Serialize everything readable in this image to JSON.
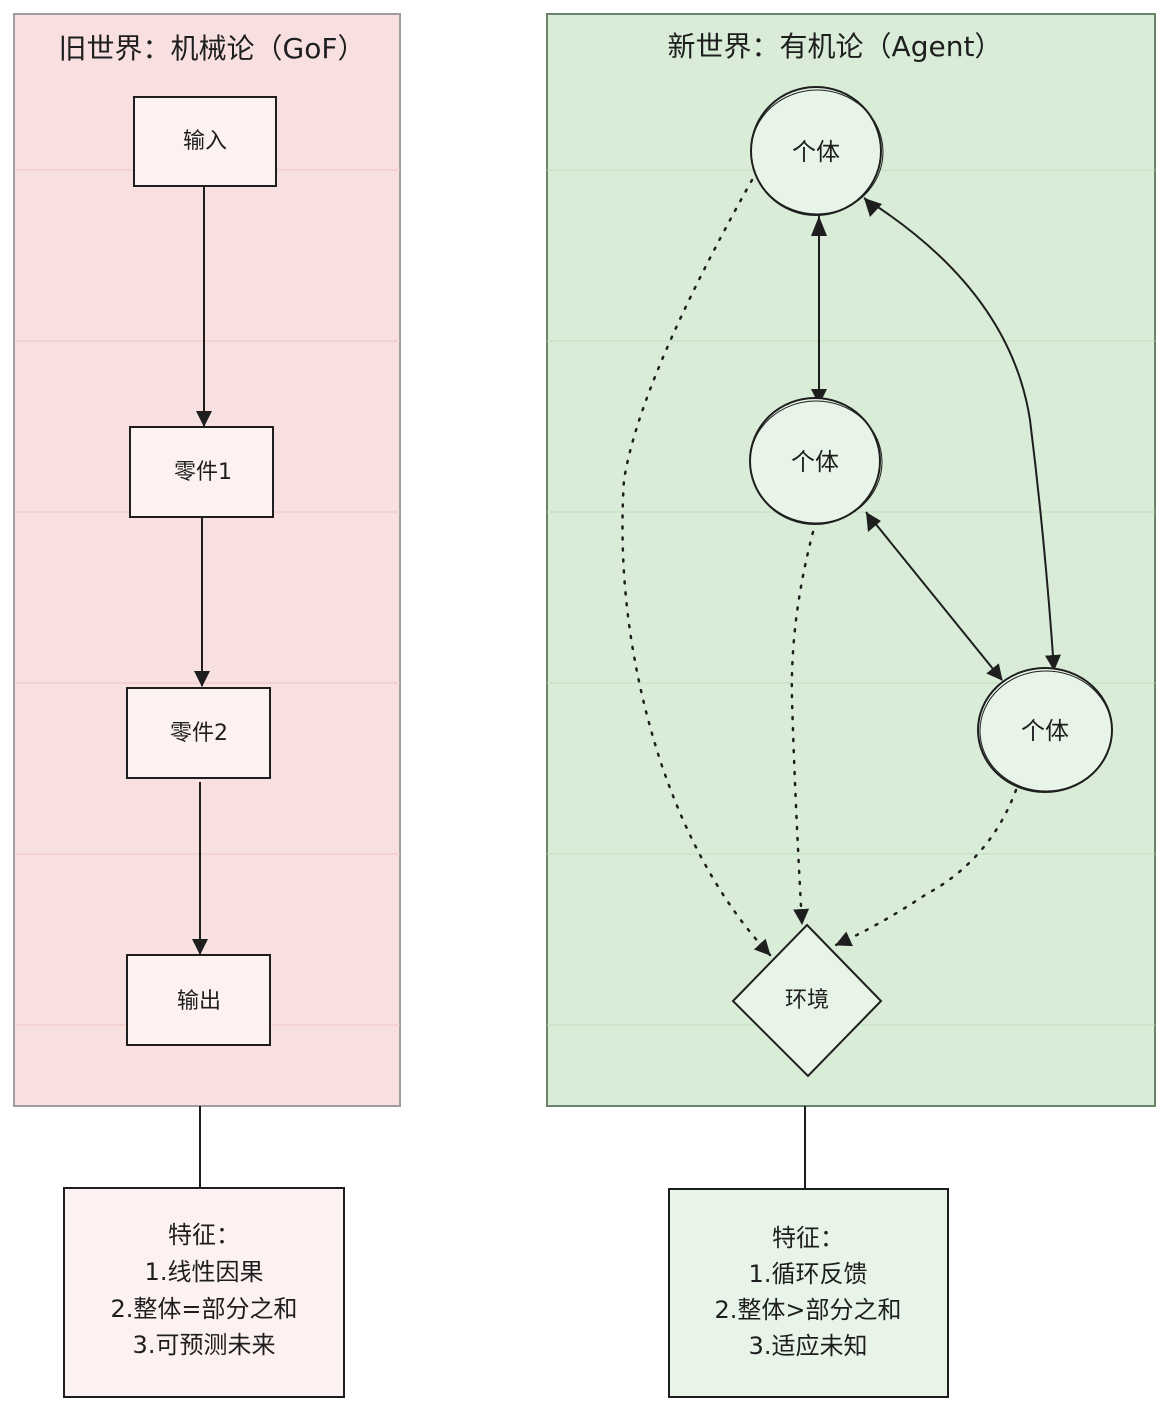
{
  "colors": {
    "old_world_fill": "#f8e0e1",
    "old_world_node_fill": "#fdf1f1",
    "old_world_border": "#9e9e9e",
    "old_world_band": "#f1c4c8",
    "new_world_fill": "#d9ecd8",
    "new_world_node_fill": "#e9f4e9",
    "new_world_border": "#6b836b",
    "new_world_band": "#bfe0bf",
    "stroke": "#1e1e1e"
  },
  "old_world": {
    "title": "旧世界：机械论（GoF）",
    "nodes": [
      {
        "id": "input",
        "label": "输入"
      },
      {
        "id": "part1",
        "label": "零件1"
      },
      {
        "id": "part2",
        "label": "零件2"
      },
      {
        "id": "output",
        "label": "输出"
      }
    ],
    "edges": [
      {
        "from": "input",
        "to": "part1"
      },
      {
        "from": "part1",
        "to": "part2"
      },
      {
        "from": "part2",
        "to": "output"
      }
    ],
    "features": {
      "heading": "特征：",
      "items": [
        "1.线性因果",
        "2.整体=部分之和",
        "3.可预测未来"
      ]
    }
  },
  "new_world": {
    "title": "新世界：有机论（Agent）",
    "nodes": [
      {
        "id": "agent_top",
        "label": "个体",
        "shape": "circle"
      },
      {
        "id": "agent_mid",
        "label": "个体",
        "shape": "circle"
      },
      {
        "id": "agent_right",
        "label": "个体",
        "shape": "circle"
      },
      {
        "id": "environment",
        "label": "环境",
        "shape": "diamond"
      }
    ],
    "edges": [
      {
        "from": "agent_top",
        "to": "agent_mid",
        "style": "solid",
        "direction": "both"
      },
      {
        "from": "agent_top",
        "to": "agent_right",
        "style": "solid",
        "direction": "both"
      },
      {
        "from": "agent_mid",
        "to": "agent_right",
        "style": "solid",
        "direction": "both"
      },
      {
        "from": "agent_top",
        "to": "environment",
        "style": "dotted",
        "direction": "forward"
      },
      {
        "from": "agent_mid",
        "to": "environment",
        "style": "dotted",
        "direction": "forward"
      },
      {
        "from": "agent_right",
        "to": "environment",
        "style": "dotted",
        "direction": "forward"
      }
    ],
    "features": {
      "heading": "特征：",
      "items": [
        "1.循环反馈",
        "2.整体>部分之和",
        "3.适应未知"
      ]
    }
  }
}
